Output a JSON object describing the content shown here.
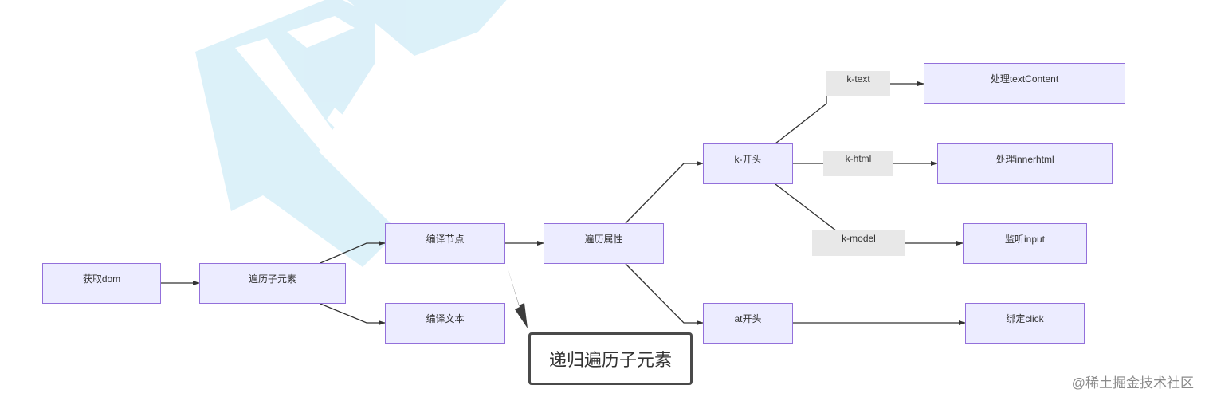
{
  "nodes": {
    "get_dom": "获取dom",
    "traverse_children": "遍历子元素",
    "compile_node": "编译节点",
    "compile_text": "编译文本",
    "traverse_attrs": "遍历属性",
    "k_prefix": "k-开头",
    "at_prefix": "at开头",
    "handle_text_content": "处理textContent",
    "handle_inner_html": "处理innerhtml",
    "listen_input": "监听input",
    "bind_click": "绑定click"
  },
  "edge_labels": {
    "k_text": "k-text",
    "k_html": "k-html",
    "k_model": "k-model"
  },
  "callout": "递归遍历子元素",
  "credit": "@稀土掘金技术社区",
  "colors": {
    "node_fill": "#ececff",
    "node_border": "#9370db",
    "edge": "#333333",
    "edge_label_bg": "#e8e8e8",
    "watermark": "#cfeaf6"
  }
}
